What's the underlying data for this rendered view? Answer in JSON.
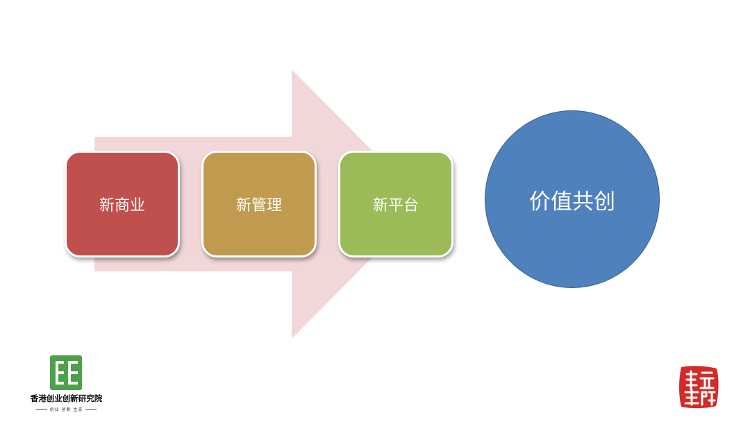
{
  "diagram": {
    "arrow_color": "#f1d7d8",
    "steps": [
      {
        "label": "新商业",
        "color": "#c0504d"
      },
      {
        "label": "新管理",
        "color": "#c09a4f"
      },
      {
        "label": "新平台",
        "color": "#9bbb59"
      }
    ],
    "result": {
      "label": "价值共创",
      "color": "#4f81bd"
    }
  },
  "logo_left": {
    "mark_color": "#4ea04a",
    "name": "香港创业创新研究院",
    "slogan": "创业 创新 生态"
  },
  "seal_right": {
    "color": "#d32a2a",
    "text": "頤元書院"
  }
}
